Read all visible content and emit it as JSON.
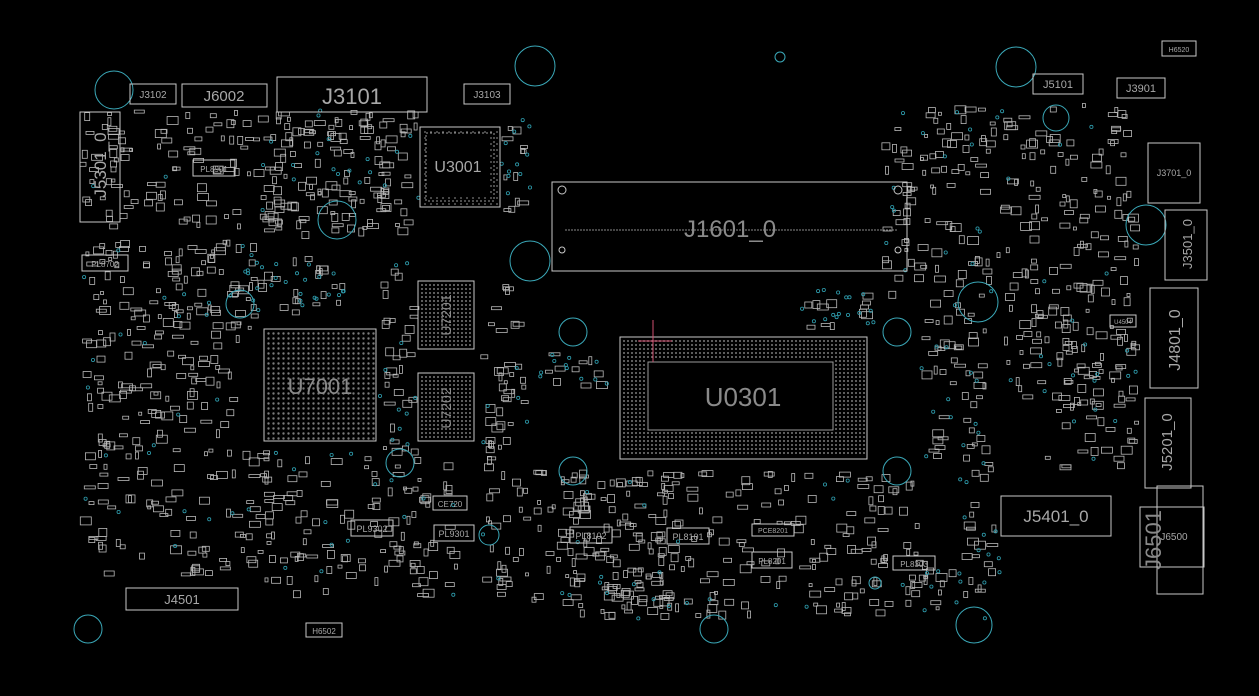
{
  "colors": {
    "background": "#000000",
    "outline": "#c8c8c8",
    "label": "#a8a8a8",
    "via": "#2f9fb0",
    "hole": "#3aa8b8",
    "cursor": "#d05070"
  },
  "labels": {
    "j3102": "J3102",
    "j6002": "J6002",
    "j3101": "J3101",
    "j3103": "J3103",
    "j5301": "J5301_0",
    "u3001": "U3001",
    "j1601": "J1601_0",
    "j5101": "J5101",
    "j3901": "J3901",
    "j3701": "J3701_0",
    "j3501": "J3501_0",
    "j4801": "J4801_0",
    "j5201": "J5201_0",
    "j6501": "J6501",
    "j6500": "J6500",
    "u7001": "U7001",
    "u7201": "U7201",
    "u7202": "U7202",
    "u0301": "U0301",
    "j5401": "J5401_0",
    "j4501": "J4501",
    "pl8901": "PL8901",
    "pl8702": "PL8702",
    "pl9302": "PL9302",
    "pl9301": "PL9301",
    "ce720": "CE720",
    "pl8102": "PL8102",
    "pl8101": "PL8101",
    "pce8201": "PCE8201",
    "pl8201": "PL8201",
    "pl8303": "PL8303",
    "h6502": "H6502",
    "h6520": "H6520",
    "u4504": "U4504"
  }
}
